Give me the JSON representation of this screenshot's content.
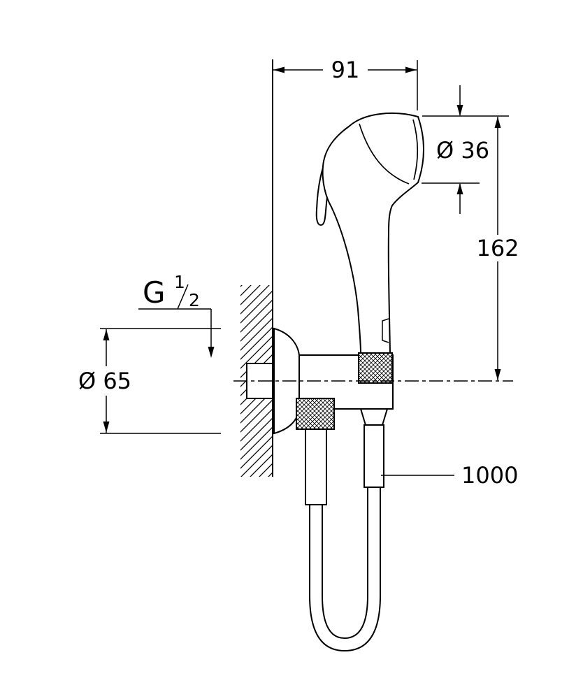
{
  "title": "hand-shower-wall-set-dimension-drawing",
  "colors": {
    "line": "#000000",
    "background": "#ffffff"
  },
  "dimensions": {
    "width_label": "91",
    "spray_diameter_label": "Ø 36",
    "height_label": "162",
    "thread": {
      "g": "G",
      "numerator": "1",
      "denominator": "2"
    },
    "flange_diameter_label": "Ø 65",
    "hose_length_label": "1000"
  }
}
